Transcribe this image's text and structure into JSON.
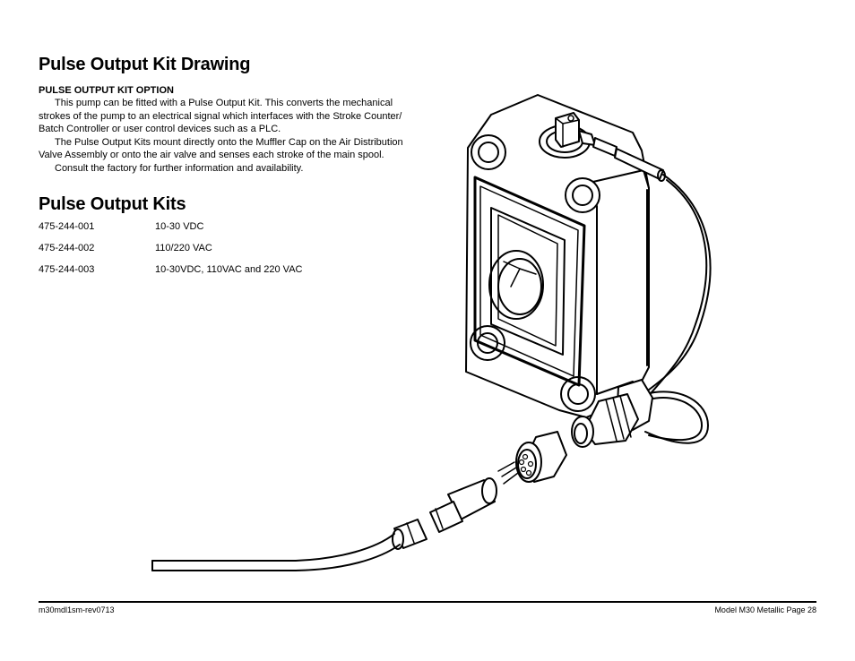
{
  "heading": "Pulse Output Kit Drawing",
  "option": {
    "title": "PULSE OUTPUT KIT OPTION",
    "paragraphs": [
      "This pump can be fitted with a Pulse Output Kit. This converts the mechanical strokes of the pump to an electrical signal which interfaces with the Stroke Counter/ Batch Controller or user control devices such as a PLC.",
      "The Pulse Output Kits mount directly onto the Muffler Cap on the Air Distribution Valve Assembly or onto the air valve and senses each stroke of the main spool.",
      "Consult the factory for further information and availability."
    ]
  },
  "kits_heading": "Pulse Output Kits",
  "kits": [
    {
      "part": "475-244-001",
      "description": "10-30 VDC"
    },
    {
      "part": "475-244-002",
      "description": "110/220 VAC"
    },
    {
      "part": "475-244-003",
      "description": "10-30VDC, 110VAC and 220 VAC"
    }
  ],
  "footer": {
    "left": "m30mdl1sm-rev0713",
    "right": "Model M30 Metallic Page 28"
  }
}
